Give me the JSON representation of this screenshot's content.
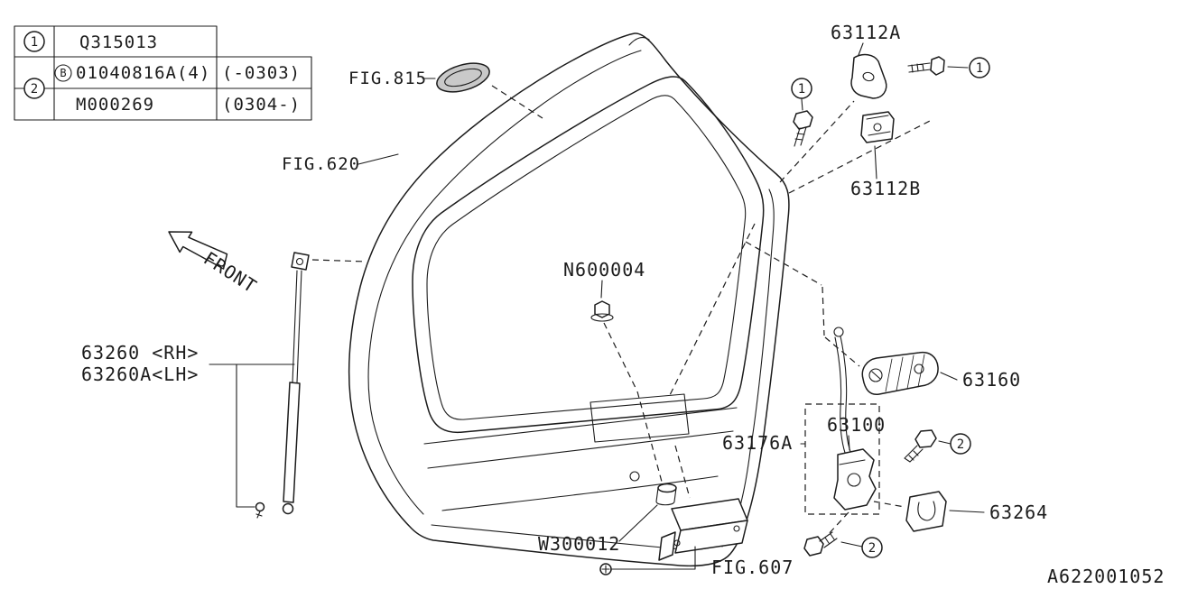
{
  "page": {
    "background": "#ffffff",
    "ink": "#1c1c1c",
    "doc_number": "A622001052"
  },
  "ref_table": {
    "row1": {
      "ref": "1",
      "part": "Q315013"
    },
    "row2": {
      "ref": "2",
      "prefix": "B",
      "part": "01040816A(4)",
      "applicability": "(-0303)"
    },
    "row3": {
      "part": "M000269",
      "applicability": "(0304-)"
    }
  },
  "callouts": {
    "ref1": "1",
    "ref2": "2"
  },
  "labels": {
    "fig815": "FIG.815",
    "fig620": "FIG.620",
    "fig607": "FIG.607",
    "front": "FRONT",
    "part_63112A": "63112A",
    "part_63112B": "63112B",
    "part_N600004": "N600004",
    "part_63260_rh": "63260 <RH>",
    "part_63260_lh": "63260A<LH>",
    "part_63160": "63160",
    "part_63100": "63100",
    "part_63176A": "63176A",
    "part_63264": "63264",
    "part_W300012": "W300012"
  }
}
